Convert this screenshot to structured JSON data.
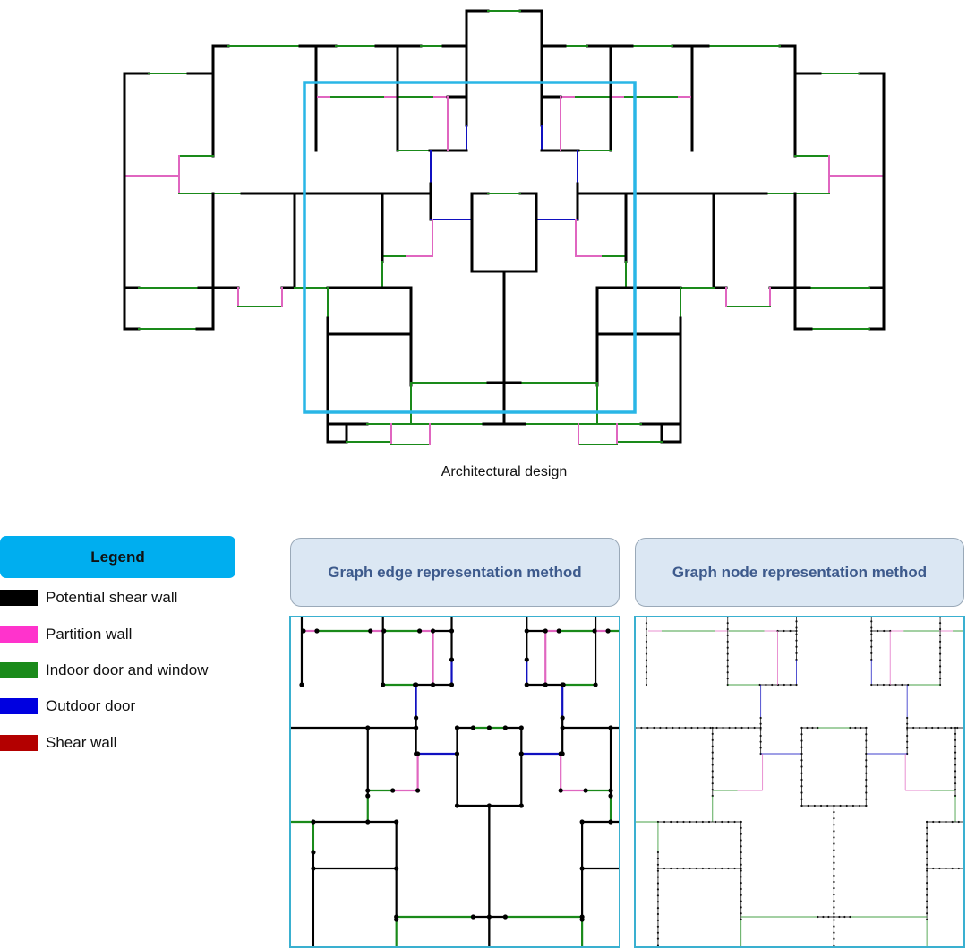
{
  "caption": "Architectural design",
  "legend": {
    "title": "Legend",
    "items": [
      {
        "label": "Potential shear wall",
        "color": "#000000"
      },
      {
        "label": "Partition wall",
        "color": "#ff33cc"
      },
      {
        "label": "Indoor door and window",
        "color": "#1a8a1a"
      },
      {
        "label": "Outdoor door",
        "color": "#0000e0"
      },
      {
        "label": "Shear wall",
        "color": "#b30000"
      }
    ]
  },
  "panels": {
    "edge_title": "Graph edge representation method",
    "node_title": "Graph node representation method"
  },
  "highlight_color": "#29b6e6"
}
